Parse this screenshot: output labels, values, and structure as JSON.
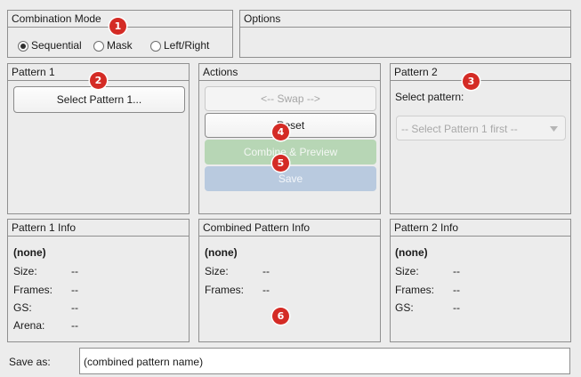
{
  "combination_mode": {
    "title": "Combination Mode",
    "options": [
      "Sequential",
      "Mask",
      "Left/Right"
    ],
    "selected": "Sequential"
  },
  "options_panel": {
    "title": "Options"
  },
  "pattern1": {
    "title": "Pattern 1",
    "select_button": "Select Pattern 1..."
  },
  "actions": {
    "title": "Actions",
    "swap_button": "<-- Swap -->",
    "reset_button": "Reset",
    "combine_button": "Combine & Preview",
    "save_button": "Save"
  },
  "pattern2": {
    "title": "Pattern 2",
    "select_label": "Select pattern:",
    "dropdown_value": "-- Select Pattern 1 first --"
  },
  "pattern1_info": {
    "title": "Pattern 1 Info",
    "name": "(none)",
    "fields": [
      {
        "label": "Size:",
        "value": "--"
      },
      {
        "label": "Frames:",
        "value": "--"
      },
      {
        "label": "GS:",
        "value": "--"
      },
      {
        "label": "Arena:",
        "value": "--"
      }
    ]
  },
  "combined_info": {
    "title": "Combined Pattern Info",
    "name": "(none)",
    "fields": [
      {
        "label": "Size:",
        "value": "--"
      },
      {
        "label": "Frames:",
        "value": "--"
      }
    ]
  },
  "pattern2_info": {
    "title": "Pattern 2 Info",
    "name": "(none)",
    "fields": [
      {
        "label": "Size:",
        "value": "--"
      },
      {
        "label": "Frames:",
        "value": "--"
      },
      {
        "label": "GS:",
        "value": "--"
      }
    ]
  },
  "save_as": {
    "label": "Save as:",
    "value": "(combined pattern name)"
  },
  "badges": [
    "1",
    "2",
    "3",
    "4",
    "5",
    "6"
  ],
  "colors": {
    "badge": "#d42b25",
    "combine_button": "#b7d6b5",
    "save_button": "#b9cadf"
  }
}
